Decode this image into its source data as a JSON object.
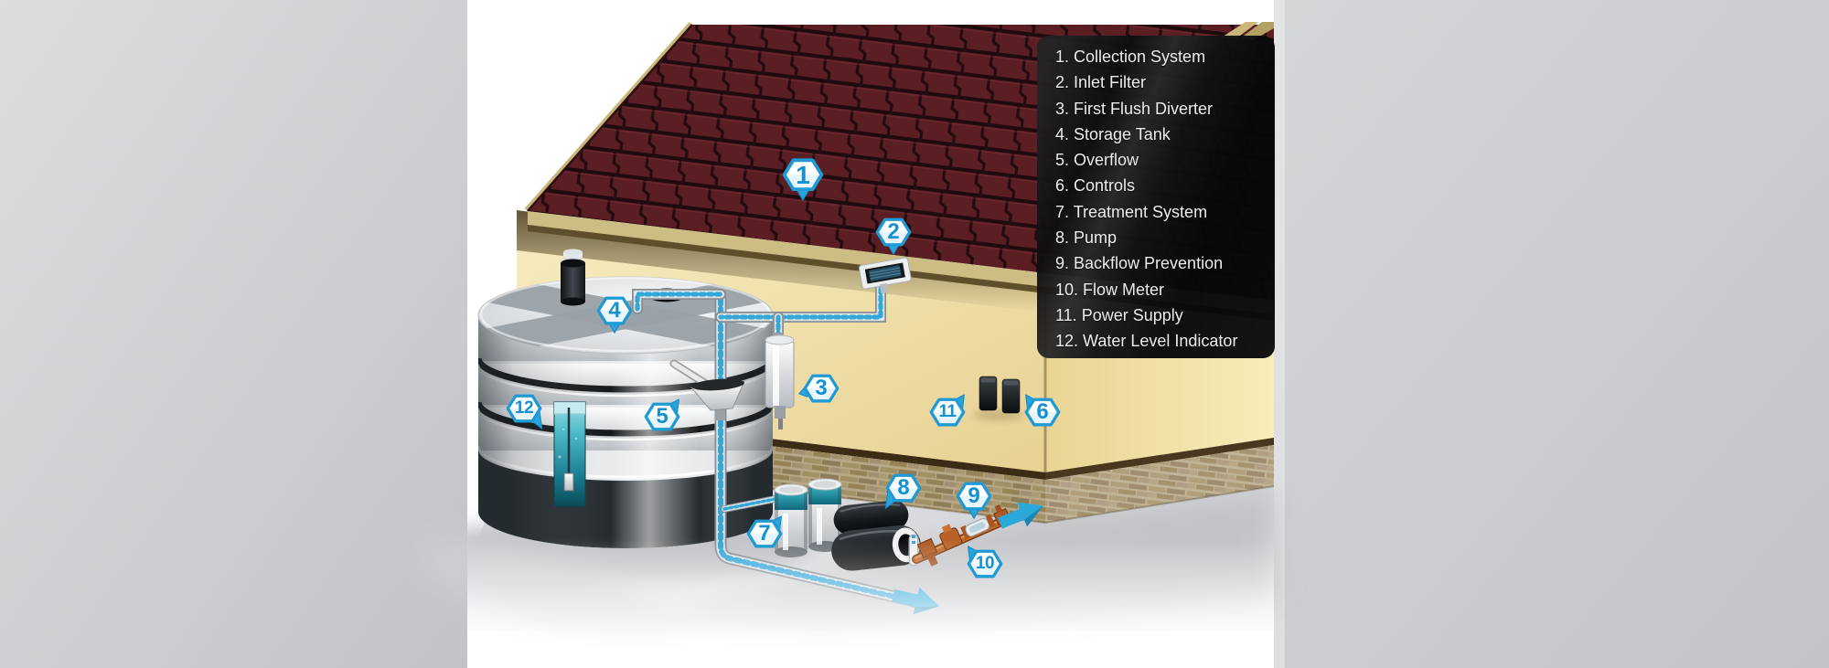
{
  "legend": {
    "items": [
      "1. Collection System",
      "2. Inlet Filter",
      "3. First Flush Diverter",
      "4. Storage Tank",
      "5. Overflow",
      "6. Controls",
      "7. Treatment System",
      "8. Pump",
      "9. Backflow Prevention",
      "10. Flow Meter",
      "11. Power Supply",
      "12. Water Level Indicator"
    ]
  },
  "badges": [
    {
      "number": "1",
      "component": "Collection System"
    },
    {
      "number": "2",
      "component": "Inlet Filter"
    },
    {
      "number": "3",
      "component": "First Flush Diverter"
    },
    {
      "number": "4",
      "component": "Storage Tank"
    },
    {
      "number": "5",
      "component": "Overflow"
    },
    {
      "number": "6",
      "component": "Controls"
    },
    {
      "number": "7",
      "component": "Treatment System"
    },
    {
      "number": "8",
      "component": "Pump"
    },
    {
      "number": "9",
      "component": "Backflow Prevention"
    },
    {
      "number": "10",
      "component": "Flow Meter"
    },
    {
      "number": "11",
      "component": "Power Supply"
    },
    {
      "number": "12",
      "component": "Water Level Indicator"
    }
  ],
  "colors": {
    "badge_border": "#1f9ad5",
    "badge_number": "#1691cf",
    "badge_fill": "#fdfeff",
    "legend_background": "#09090b",
    "legend_text": "#ededee",
    "roof": "#5a1e23",
    "roof_tile_line": "#1f0b0e",
    "fascia": "#cdbd85",
    "wall": "#f2e2a8",
    "brick": "#a29066",
    "tank_silver": "#d9dcde",
    "tank_dark_band": "#252b2e",
    "water_teal": "#2fa9bd",
    "pipe_stripe_blue": "#33a7d8",
    "copper": "#b86228",
    "flow_arrow": "#2ba7da"
  }
}
